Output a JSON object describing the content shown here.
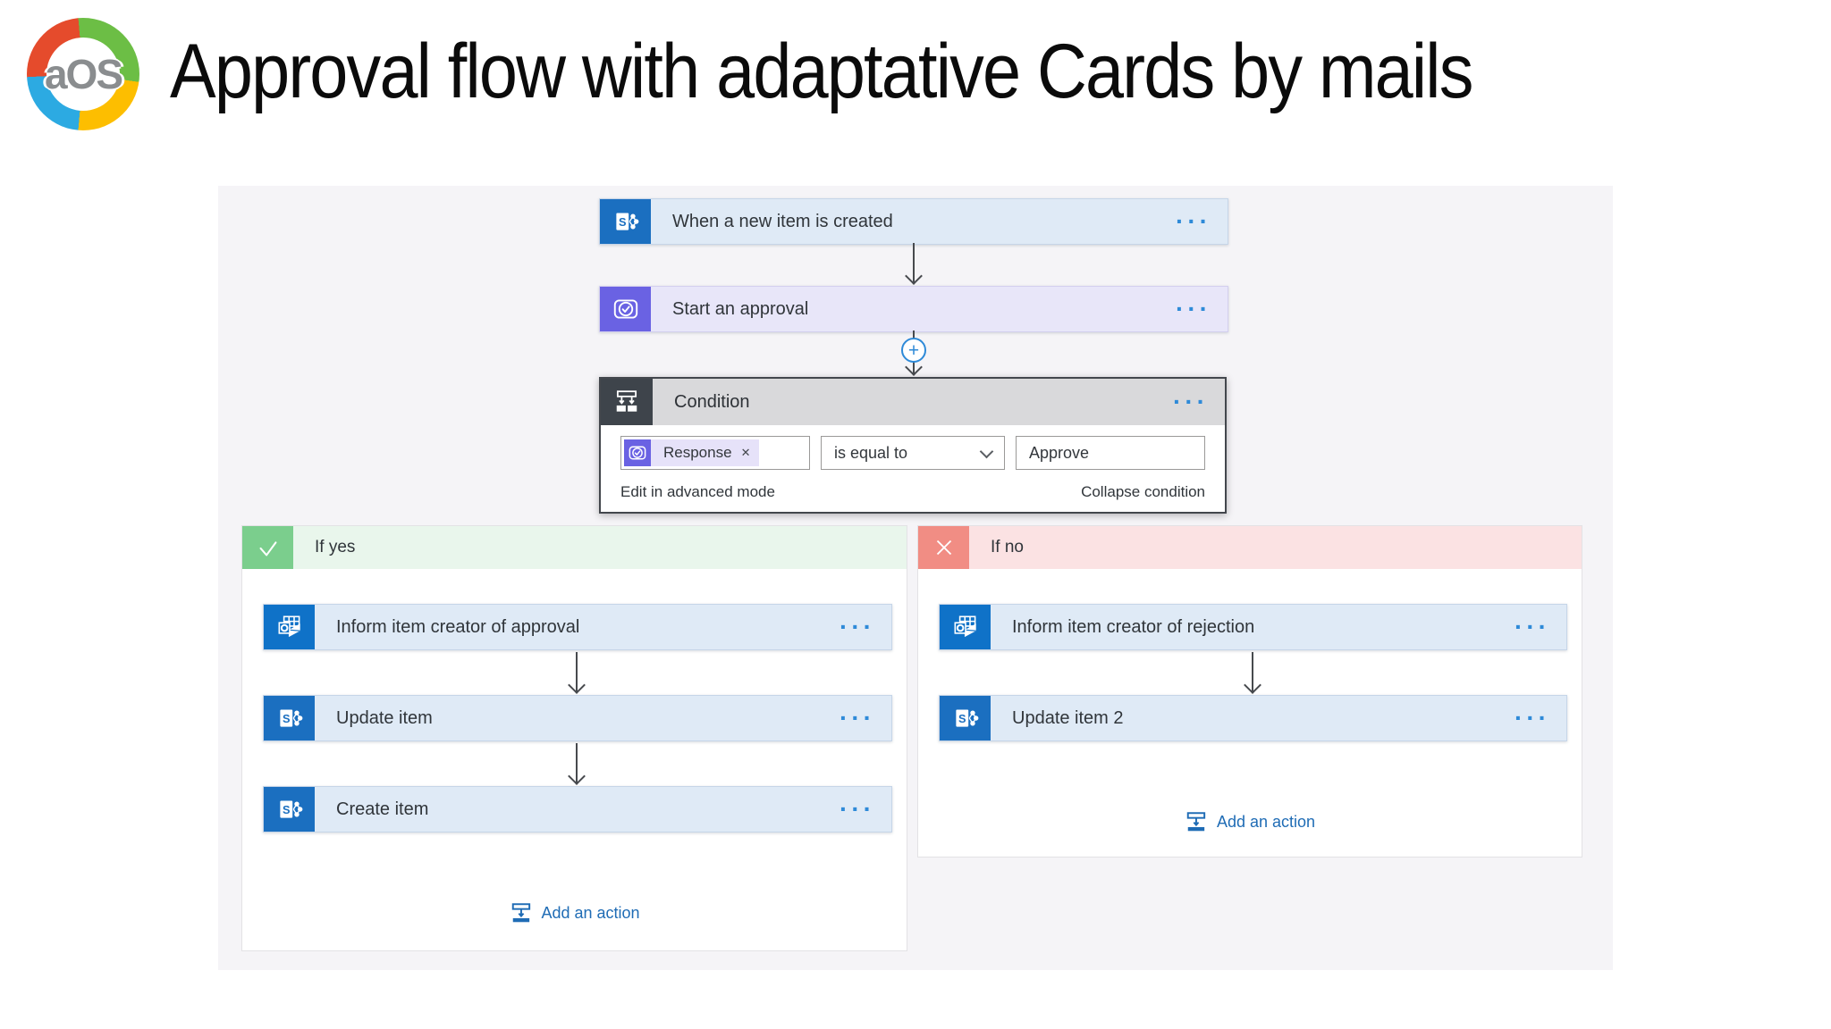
{
  "header": {
    "logo_text": "aOS",
    "title": "Approval flow with adaptative Cards by mails"
  },
  "icons": {
    "more_options": "···",
    "plus": "+",
    "token_close": "✕"
  },
  "flow": {
    "trigger": {
      "label": "When a new item is created"
    },
    "approval": {
      "label": "Start an approval"
    },
    "condition": {
      "title": "Condition",
      "operand": "Response",
      "operator": "is equal to",
      "value": "Approve",
      "edit_link": "Edit in advanced mode",
      "collapse_link": "Collapse condition"
    },
    "if_yes": {
      "label": "If yes",
      "actions": [
        "Inform item creator of approval",
        "Update item",
        "Create item"
      ],
      "add_action_label": "Add an action"
    },
    "if_no": {
      "label": "If no",
      "actions": [
        "Inform item creator of rejection",
        "Update item 2"
      ],
      "add_action_label": "Add an action"
    }
  },
  "colors": {
    "sharepoint_blue": "#1b6fc0",
    "outlook_blue": "#0f72c8",
    "approvals_purple": "#6a62e3",
    "condition_dark": "#3e444b",
    "yes_green": "#7bce8d",
    "no_red": "#f18d84",
    "link_blue": "#1f6cb5",
    "canvas_bg": "#f5f4f7",
    "step_blue_bg": "#dfeaf6",
    "step_purple_bg": "#e8e6f9"
  }
}
